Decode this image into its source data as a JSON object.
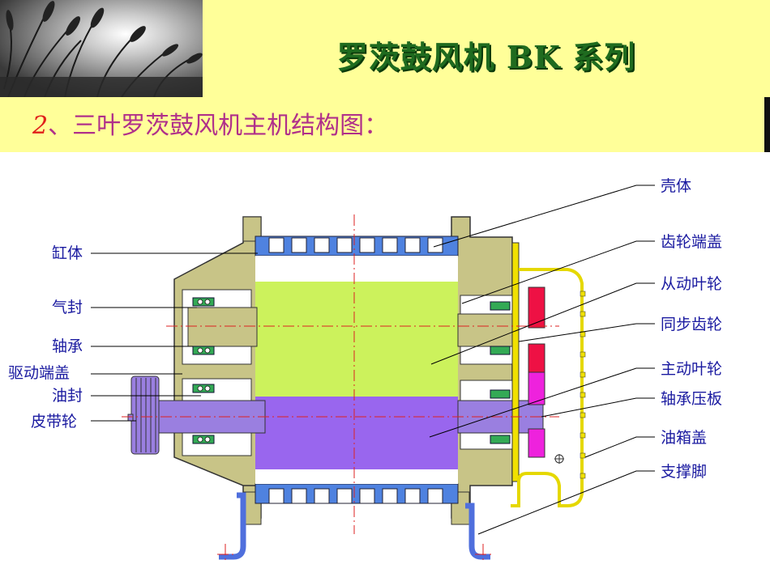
{
  "header": {
    "title": "罗茨鼓风机 BK 系列",
    "subtitle_number": "2",
    "subtitle_text": "、三叶罗茨鼓风机主机结构图："
  },
  "diagram": {
    "labels_left": [
      "缸体",
      "气封",
      "轴承",
      "驱动端盖",
      "油封",
      "皮带轮"
    ],
    "labels_right": [
      "壳体",
      "齿轮端盖",
      "从动叶轮",
      "同步齿轮",
      "主动叶轮",
      "轴承压板",
      "油箱盖",
      "支撑脚"
    ]
  },
  "colors": {
    "title": "#1f6b1f",
    "band": "#ffff99",
    "casing": "#c8c487",
    "upper_rotor": "#ccf25c",
    "lower_rotor": "#9966ee",
    "shaft": "#9a7fe0",
    "blue_part": "#4f82e0",
    "gear_red": "#ee1144",
    "gear_magenta": "#ee22dd",
    "oil_cover": "#f0e000",
    "label_text": "#1a1aa0"
  }
}
